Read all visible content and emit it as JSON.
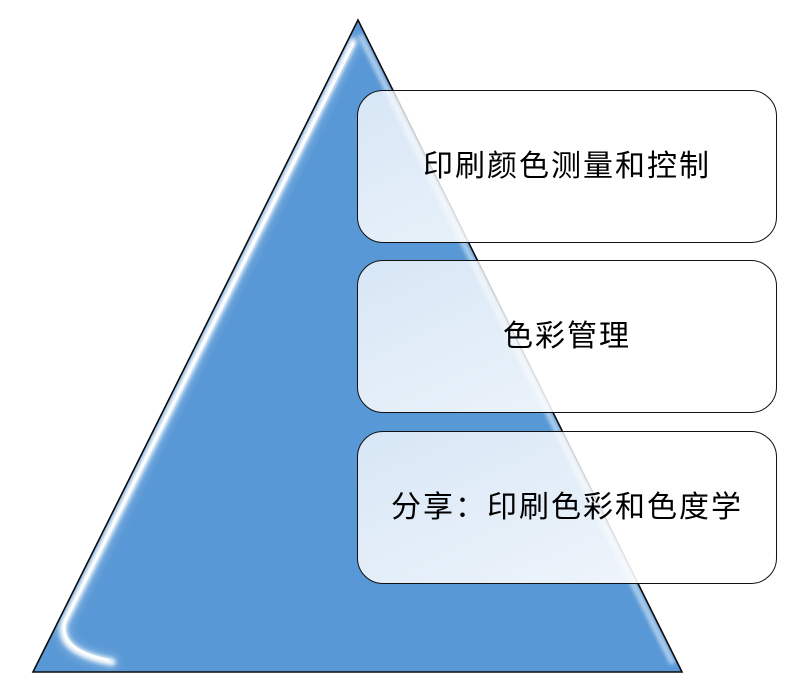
{
  "diagram": {
    "type": "pyramid",
    "callouts": [
      {
        "label": "印刷颜色测量和控制"
      },
      {
        "label": "色彩管理"
      },
      {
        "label": "分享：印刷色彩和色度学"
      }
    ]
  },
  "colors": {
    "background": "#ffffff",
    "pyramid-fill": "#5998d6",
    "pyramid-outline": "#0c0c0c",
    "pyramid-highlight": "#ffffff",
    "pyramid-halo": "#9ec6ea",
    "pyramid-edge-light": "#cfe2f5",
    "pyramid-shadow": "#2f5e93",
    "callout-border": "#111111",
    "text": "#000000"
  }
}
